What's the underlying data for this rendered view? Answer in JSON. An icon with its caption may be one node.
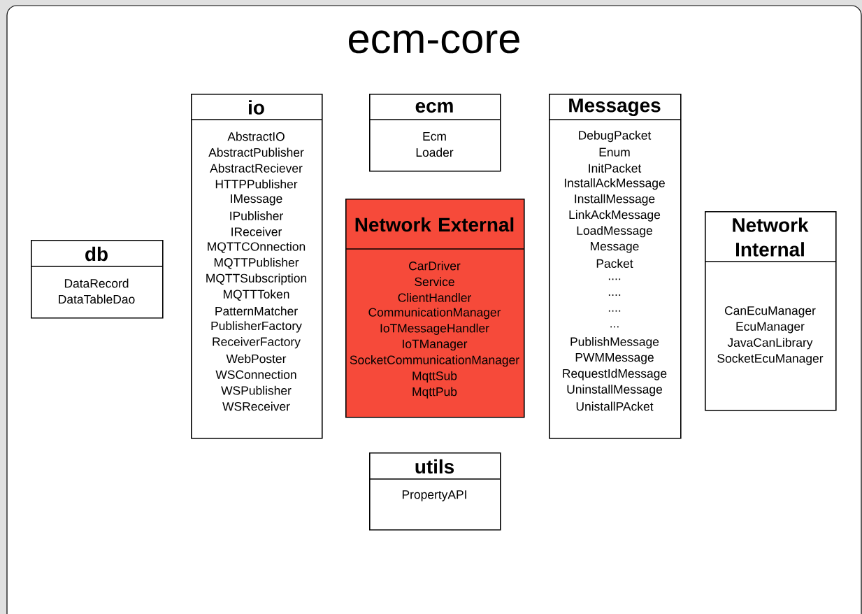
{
  "diagram": {
    "title": "ecm-core",
    "nodes": [
      {
        "text": [
          "db",
          "DataRecord",
          "DataTableDao"
        ]
      },
      {
        "text": [
          "io",
          "AbstractIO",
          "AbstractPublisher",
          "AbstractReciever",
          "HTTPPublisher",
          "IMessage",
          "IPublisher",
          "IReceiver",
          "MQTTCOnnection",
          "MQTTPublisher",
          "MQTTSubscription",
          "MQTTToken",
          "PatternMatcher",
          "PublisherFactory",
          "ReceiverFactory",
          "WebPoster",
          "WSConnection",
          "WSPublisher",
          "WSReceiver"
        ]
      },
      {
        "text": [
          "ecm",
          "Ecm",
          "Loader"
        ]
      },
      {
        "text": [
          "Network External",
          "CarDriver",
          "Service",
          "ClientHandler",
          "CommunicationManager",
          "IoTMessageHandler",
          "IoTManager",
          "SocketCommunicationManager",
          "MqttSub",
          "MqttPub"
        ]
      },
      {
        "text": [
          "Messages",
          "DebugPacket",
          "Enum",
          "InitPacket",
          "InstallAckMessage",
          "InstallMessage",
          "LinkAckMessage",
          "LoadMessage",
          "Message",
          "Packet",
          "....",
          "....",
          "....",
          "...",
          "PublishMessage",
          "PWMMessage",
          "RequestIdMessage",
          "UninstallMessage",
          "UnistallPAcket"
        ]
      },
      {
        "text": [
          "Network Internal",
          "CanEcuManager",
          "EcuManager",
          "JavaCanLibrary",
          "SocketEcuManager"
        ]
      },
      {
        "text": [
          "utils",
          "PropertyAPI"
        ]
      }
    ]
  }
}
